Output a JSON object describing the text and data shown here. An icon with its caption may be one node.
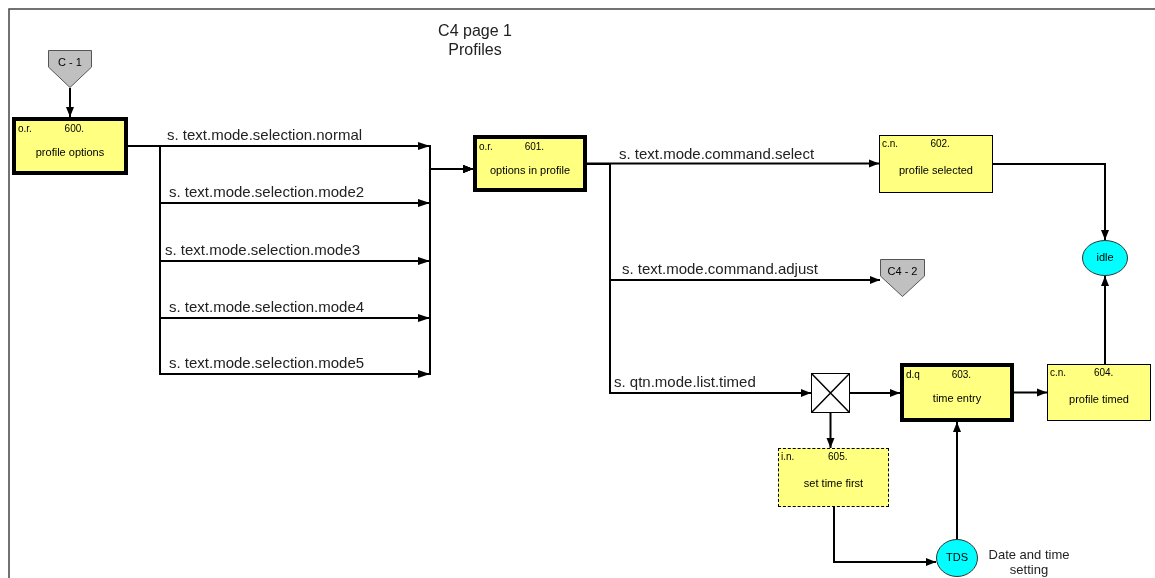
{
  "diagram": {
    "title": "C4 page 1",
    "nodes": [
      {
        "text": [
          "C - 1"
        ]
      },
      {
        "text": [
          "o.r.",
          "600.",
          "profile options"
        ]
      },
      {
        "text": [
          "o.r.",
          "601.",
          "options in profile"
        ]
      },
      {
        "text": [
          "c.n.",
          "602.",
          "profile selected"
        ]
      },
      {
        "text": [
          "C4 - 2"
        ]
      },
      {
        "text": [
          "idle"
        ]
      },
      {
        "text": [],
        "shape": "box"
      },
      {
        "text": [
          "d.q",
          "603.",
          "time entry"
        ]
      },
      {
        "text": [
          "c.n.",
          "604.",
          "profile timed"
        ]
      },
      {
        "text": [
          "i.n.",
          "605.",
          "set time first"
        ]
      },
      {
        "text": [
          "TDS"
        ],
        "beside": [
          "Date and time setting"
        ]
      }
    ],
    "edges": [
      {
        "from": 0,
        "to": 1,
        "arrow": "to"
      },
      {
        "from": 1,
        "to": 2,
        "arrow": "to",
        "label": "s. text.mode.selection.normal"
      },
      {
        "from": 1,
        "to": 2,
        "arrow": "to",
        "label": "s. text.mode.selection.mode2"
      },
      {
        "from": 1,
        "to": 2,
        "arrow": "to",
        "label": "s. text.mode.selection.mode3"
      },
      {
        "from": 1,
        "to": 2,
        "arrow": "to",
        "label": "s. text.mode.selection.mode4"
      },
      {
        "from": 1,
        "to": 2,
        "arrow": "to",
        "label": "s. text.mode.selection.mode5"
      },
      {
        "from": 2,
        "to": 3,
        "arrow": "to",
        "label": "s. text.mode.command.select"
      },
      {
        "from": 2,
        "to": 4,
        "arrow": "to",
        "label": "s. text.mode.command.adjust"
      },
      {
        "from": 2,
        "to": 6,
        "arrow": "to",
        "label": "s. qtn.mode.list.timed"
      },
      {
        "from": 3,
        "to": 5,
        "arrow": "to"
      },
      {
        "from": 6,
        "to": 7,
        "arrow": "to"
      },
      {
        "from": 6,
        "to": 9,
        "arrow": "to"
      },
      {
        "from": 7,
        "to": 8,
        "arrow": "to"
      },
      {
        "from": 8,
        "to": 5,
        "arrow": "to"
      },
      {
        "from": 9,
        "to": 10,
        "arrow": "to"
      },
      {
        "from": 10,
        "to": 7,
        "arrow": "to"
      }
    ],
    "labels": [
      "Profiles"
    ]
  }
}
